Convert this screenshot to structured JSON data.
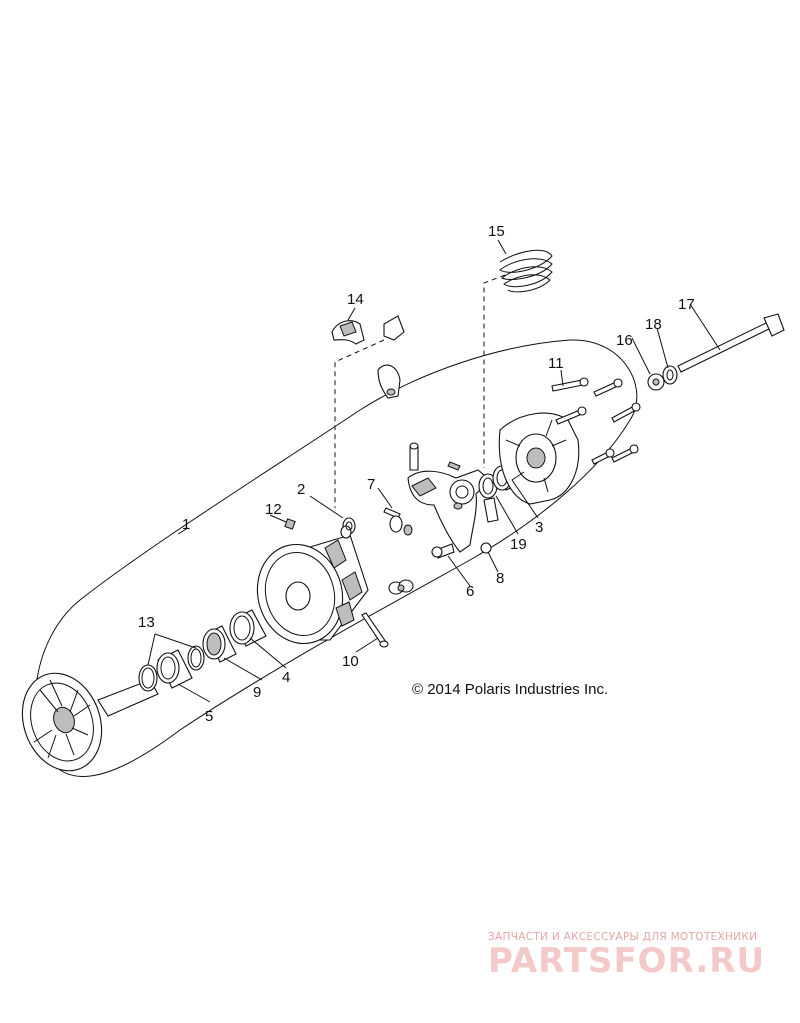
{
  "callouts": {
    "c1": "1",
    "c2": "2",
    "c3": "3",
    "c4": "4",
    "c5": "5",
    "c6": "6",
    "c7": "7",
    "c8": "8",
    "c9": "9",
    "c10": "10",
    "c11": "11",
    "c12": "12",
    "c13": "13",
    "c14": "14",
    "c15": "15",
    "c16": "16",
    "c17": "17",
    "c18": "18",
    "c19": "19"
  },
  "copyright": "© 2014 Polaris Industries Inc.",
  "watermark": {
    "tagline": "ЗАПЧАСТИ И АКСЕССУАРЫ ДЛЯ МОТОТЕХНИКИ",
    "logo": "PARTSFOR.RU",
    "color": "#e8a0a0"
  }
}
